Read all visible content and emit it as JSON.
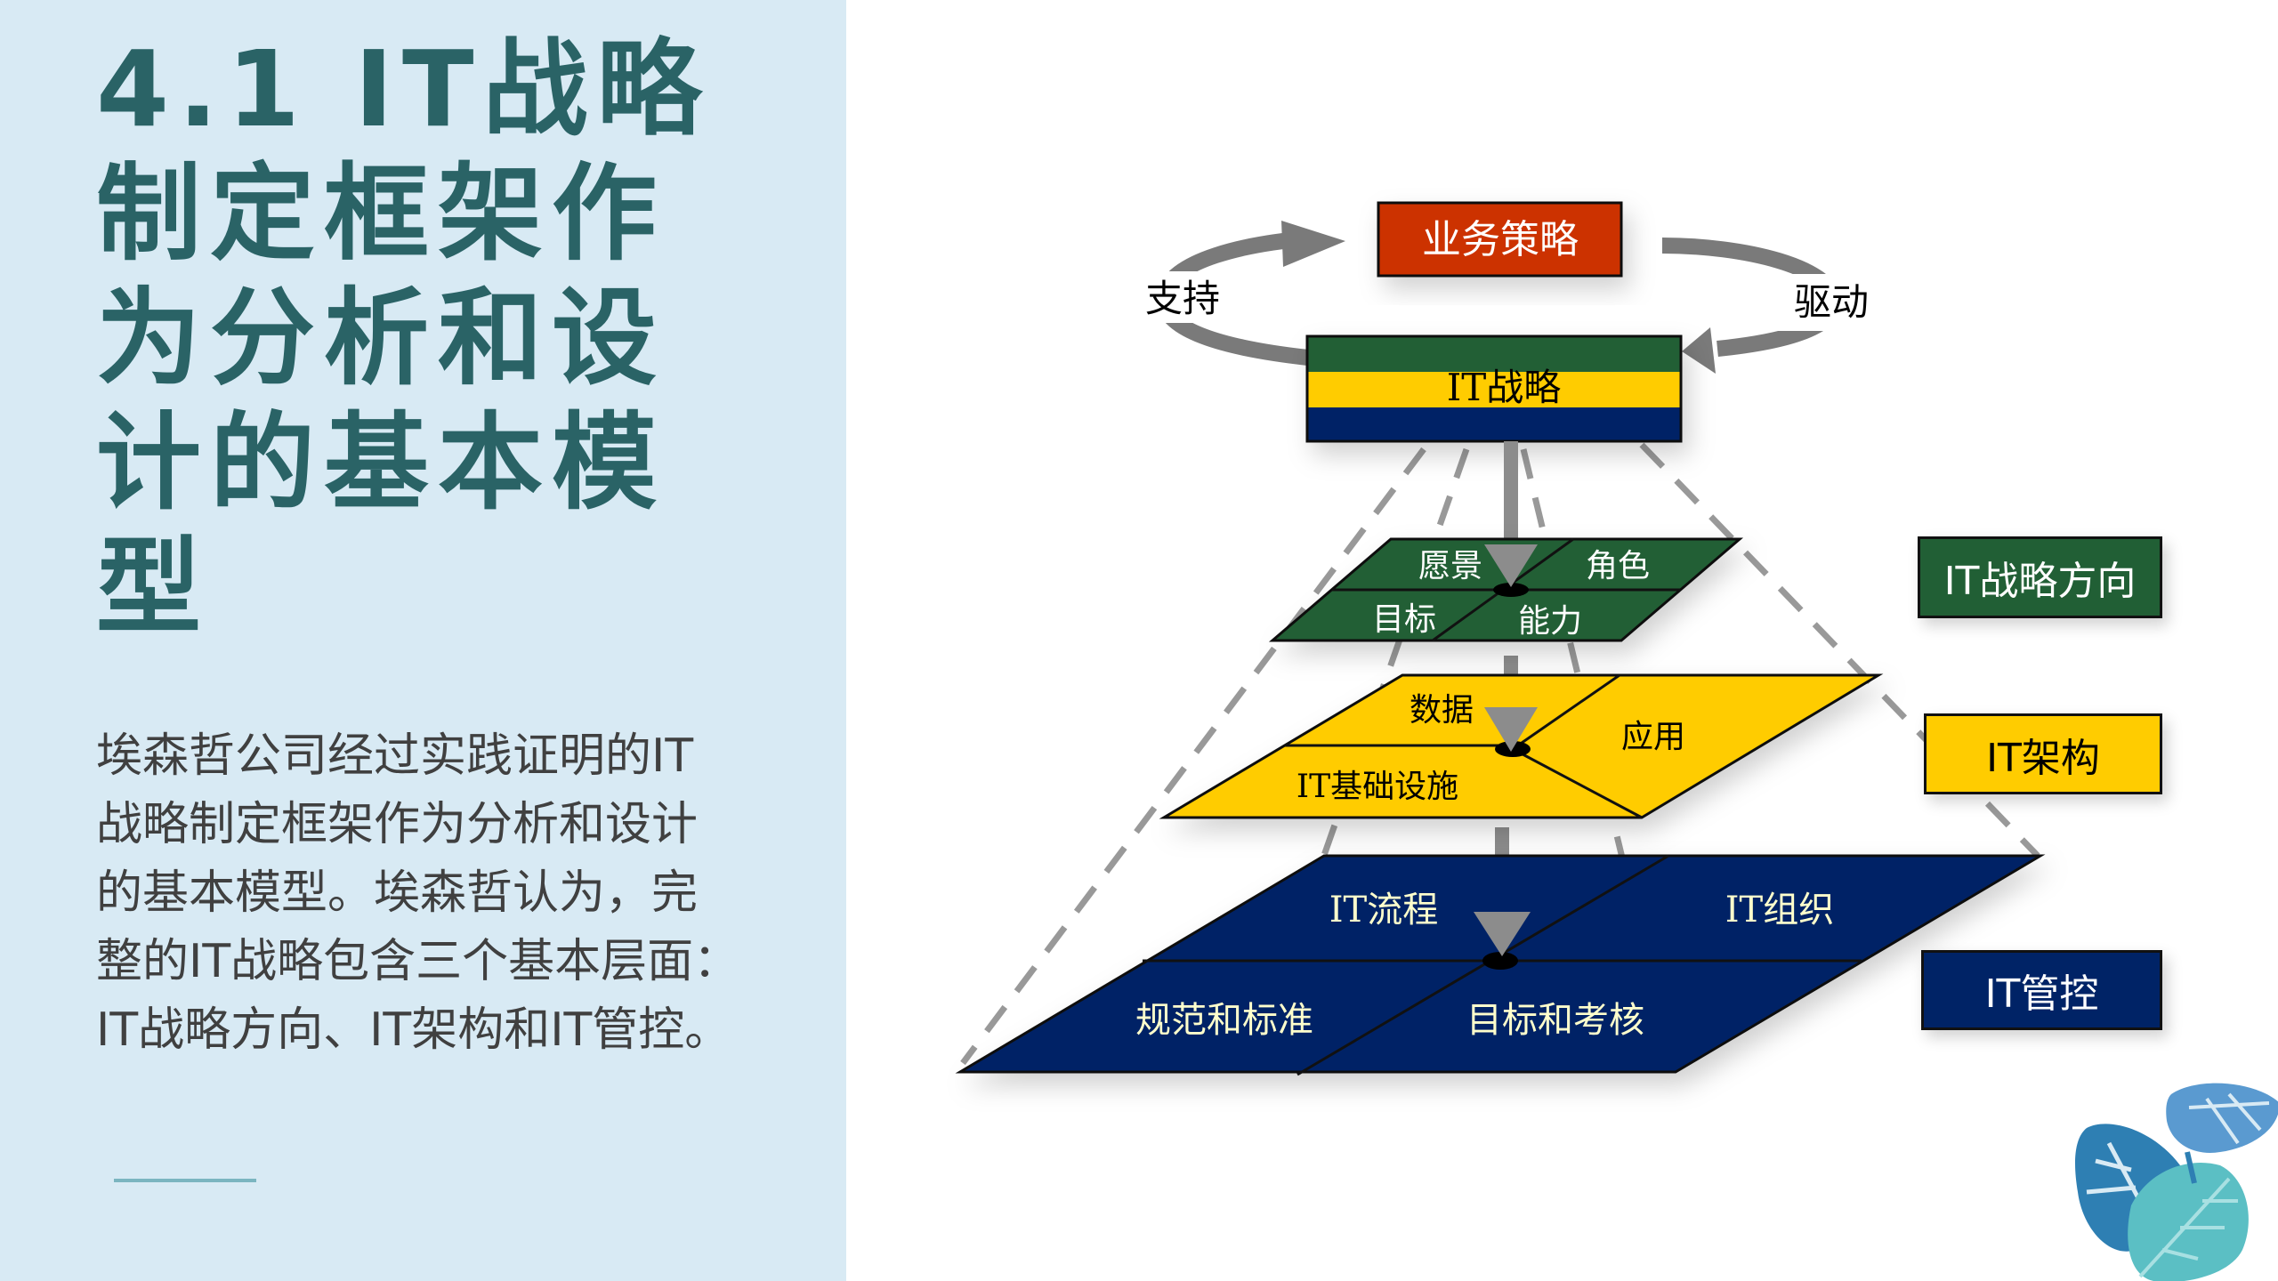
{
  "left_panel": {
    "title_lines": [
      "4.1 IT战略",
      "制定框架作",
      "为分析和设",
      "计的基本模",
      "型"
    ],
    "body_lines": [
      "埃森哲公司经过实践证明的IT",
      "战略制定框架作为分析和设计",
      "的基本模型。埃森哲认为，完",
      "整的IT战略包含三个基本层面：",
      "IT战略方向、IT架构和IT管控。"
    ]
  },
  "diagram": {
    "business_strategy": "业务策略",
    "it_strategy": "IT战略",
    "support_label": "支持",
    "drive_label": "驱动",
    "layer_direction": {
      "cells": [
        "愿景",
        "角色",
        "目标",
        "能力"
      ],
      "side_label": "IT战略方向"
    },
    "layer_architecture": {
      "cells": [
        "数据",
        "应用",
        "IT基础设施"
      ],
      "side_label": "IT架构"
    },
    "layer_governance": {
      "cells": [
        "IT流程",
        "IT组织",
        "规范和标准",
        "目标和考核"
      ],
      "side_label": "IT管控"
    }
  },
  "colors": {
    "panel_bg": "#d8eaf4",
    "title": "#2a6366",
    "body": "#404040",
    "accent_line": "#7bb5c0",
    "red": "#cc3300",
    "green": "#215f35",
    "yellow": "#ffcc00",
    "navy": "#002366",
    "arrow_gray": "#8c8c8c"
  }
}
